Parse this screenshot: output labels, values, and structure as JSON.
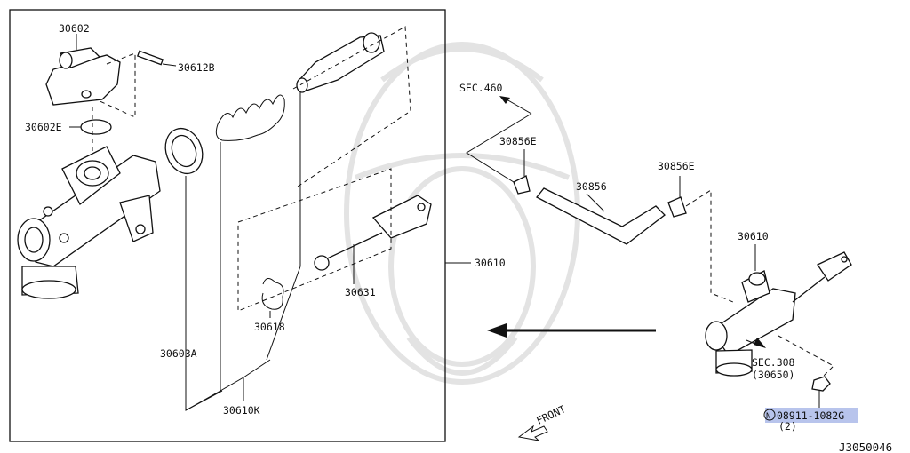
{
  "labels": {
    "p30602": "30602",
    "p30612B": "30612B",
    "p30602E": "30602E",
    "p30603A": "30603A",
    "p30610K": "30610K",
    "p30618": "30618",
    "p30631": "30631",
    "p30610_box": "30610",
    "sec460": "SEC.460",
    "p30856E_a": "30856E",
    "p30856": "30856",
    "p30856E_b": "30856E",
    "p30610_assy": "30610",
    "sec308": "SEC.308",
    "p30650": "(30650)",
    "nut_n": "N",
    "nut_part": "08911-1082G",
    "nut_qty": "(2)",
    "front": "FRONT",
    "diagram_id": "J3050046"
  },
  "colors": {
    "highlight": "#b8c4ec",
    "line": "#111111",
    "watermark": "#e3e3e3"
  }
}
